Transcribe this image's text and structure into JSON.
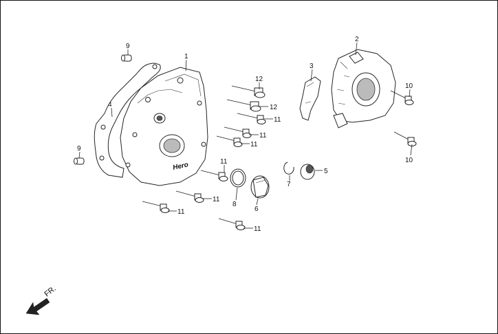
{
  "callouts": [
    {
      "id": "c1",
      "text": "1"
    },
    {
      "id": "c2",
      "text": "2"
    },
    {
      "id": "c3",
      "text": "3"
    },
    {
      "id": "c4",
      "text": "4"
    },
    {
      "id": "c5",
      "text": "5"
    },
    {
      "id": "c6",
      "text": "6"
    },
    {
      "id": "c7",
      "text": "7"
    },
    {
      "id": "c8",
      "text": "8"
    },
    {
      "id": "c9a",
      "text": "9"
    },
    {
      "id": "c9b",
      "text": "9"
    },
    {
      "id": "c10a",
      "text": "10"
    },
    {
      "id": "c10b",
      "text": "10"
    },
    {
      "id": "c11a",
      "text": "11"
    },
    {
      "id": "c11b",
      "text": "11"
    },
    {
      "id": "c11c",
      "text": "11"
    },
    {
      "id": "c11d",
      "text": "11"
    },
    {
      "id": "c11e",
      "text": "11"
    },
    {
      "id": "c11f",
      "text": "11"
    },
    {
      "id": "c11g",
      "text": "11"
    },
    {
      "id": "c12a",
      "text": "12"
    },
    {
      "id": "c12b",
      "text": "12"
    }
  ],
  "brand_logo_text": "Hero",
  "direction_label": "FR.",
  "colors": {
    "line": "#222222",
    "shade": "#bbbbbb",
    "background": "#ffffff"
  }
}
